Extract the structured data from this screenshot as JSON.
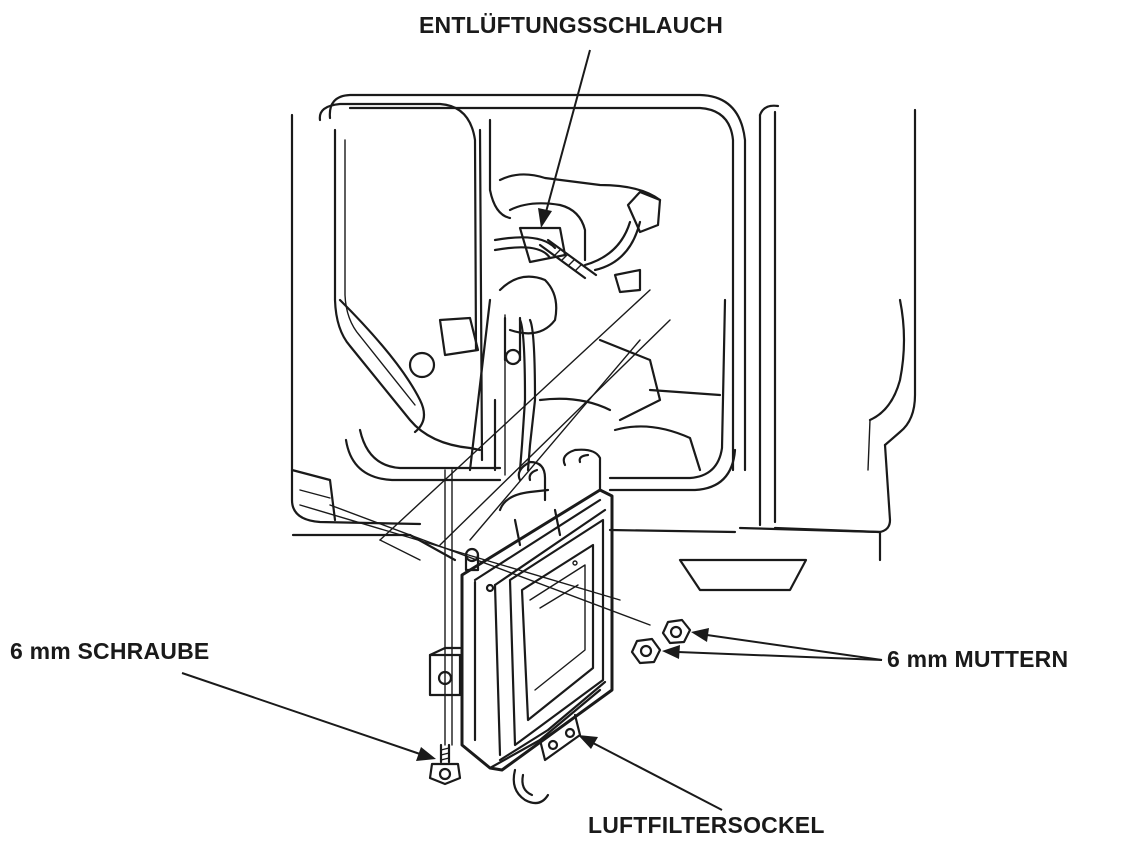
{
  "labels": {
    "breather_tube": "ENTLÜFTUNGSSCHLAUCH",
    "bolt": "6 mm SCHRAUBE",
    "nuts": "6 mm MUTTERN",
    "air_filter_base": "LUFTFILTERSOCKEL"
  }
}
